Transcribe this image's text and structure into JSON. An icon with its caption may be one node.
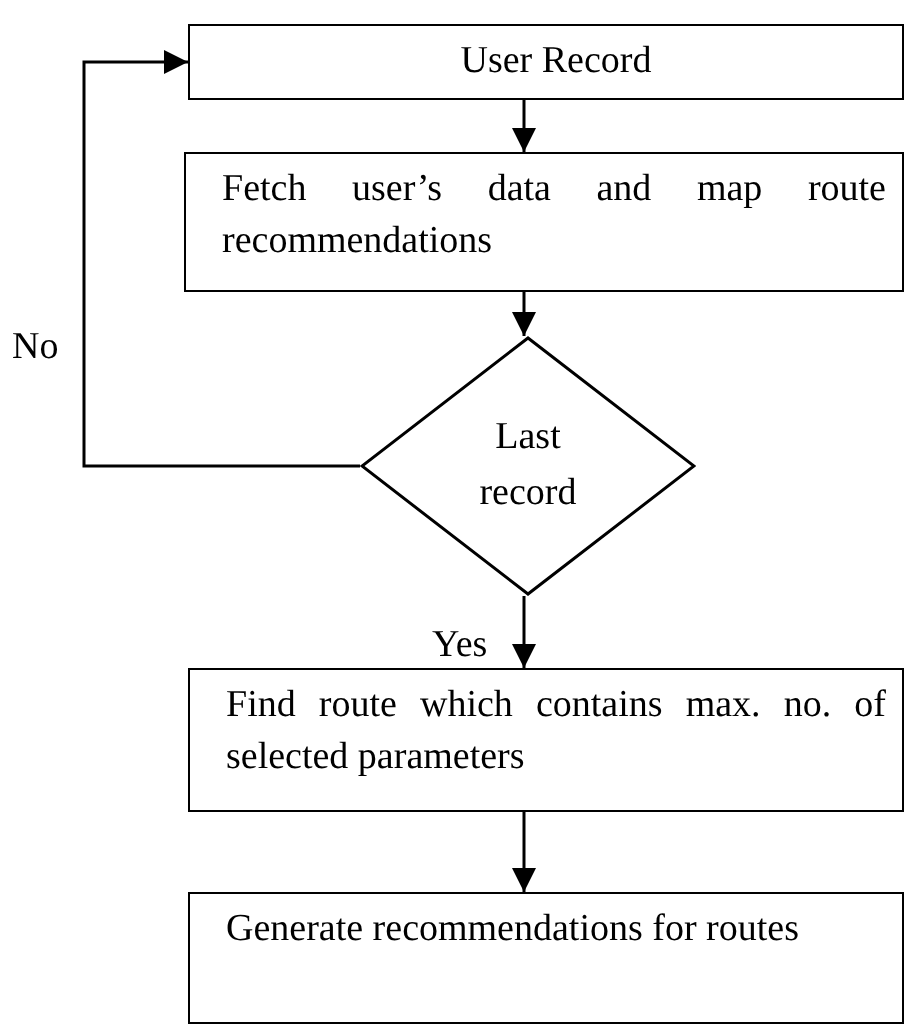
{
  "diagram": {
    "nodes": [
      {
        "text": [
          "User Record"
        ]
      },
      {
        "text": [
          "Fetch user’s data and map route recommendations"
        ]
      },
      {
        "text": [
          "Last record"
        ]
      },
      {
        "text": [
          "Find route which contains max. no. of selected parameters"
        ]
      },
      {
        "text": [
          "Generate recommendations for routes"
        ]
      }
    ],
    "edges": [
      {
        "from": 0,
        "to": 1,
        "arrow": "to"
      },
      {
        "from": 1,
        "to": 2,
        "arrow": "to"
      },
      {
        "from": 2,
        "to": 0,
        "arrow": "to",
        "label": "No"
      },
      {
        "from": 2,
        "to": 3,
        "arrow": "to",
        "label": "Yes"
      },
      {
        "from": 3,
        "to": 4,
        "arrow": "to"
      }
    ]
  }
}
